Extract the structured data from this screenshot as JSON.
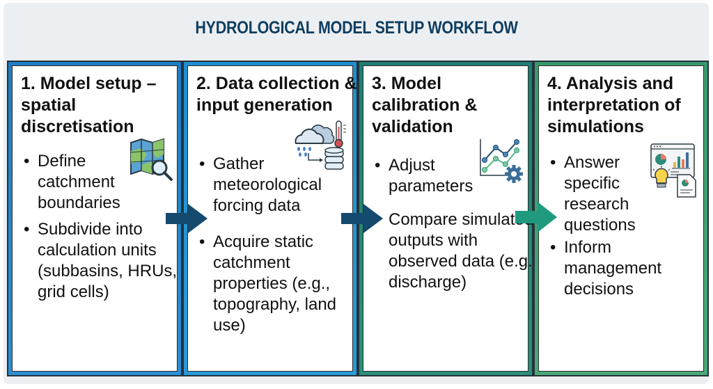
{
  "title": "HYDROLOGICAL MODEL SETUP WORKFLOW",
  "colors": {
    "title": "#0e3d5f",
    "step1": "#1d7fc2",
    "step2": "#1f8ed1",
    "step3": "#1f7d72",
    "step4": "#3a9a6c",
    "arrow_dark": "#134a6e",
    "arrow_teal": "#1f9a7f"
  },
  "steps": [
    {
      "heading": "1. Model setup – spatial discretisation",
      "icon": "map-magnifier-icon",
      "bullets": [
        "Define catchment boundaries",
        "Subdivide into calculation units (subbasins, HRUs, grid cells)"
      ]
    },
    {
      "heading": "2. Data collection & input generation",
      "icon": "weather-database-icon",
      "bullets": [
        "Gather meteorological forcing data",
        "Acquire static catchment properties (e.g., topography, land use)"
      ]
    },
    {
      "heading": "3. Model calibration & validation",
      "icon": "chart-gear-icon",
      "bullets": [
        "Adjust parameters",
        "Compare simulated outputs with observed data (e.g., discharge)"
      ]
    },
    {
      "heading": "4. Analysis and interpretation of simulations",
      "icon": "dashboard-report-icon",
      "bullets": [
        "Answer specific research questions",
        "Inform management decisions"
      ]
    }
  ],
  "bullet_glyph": "•"
}
